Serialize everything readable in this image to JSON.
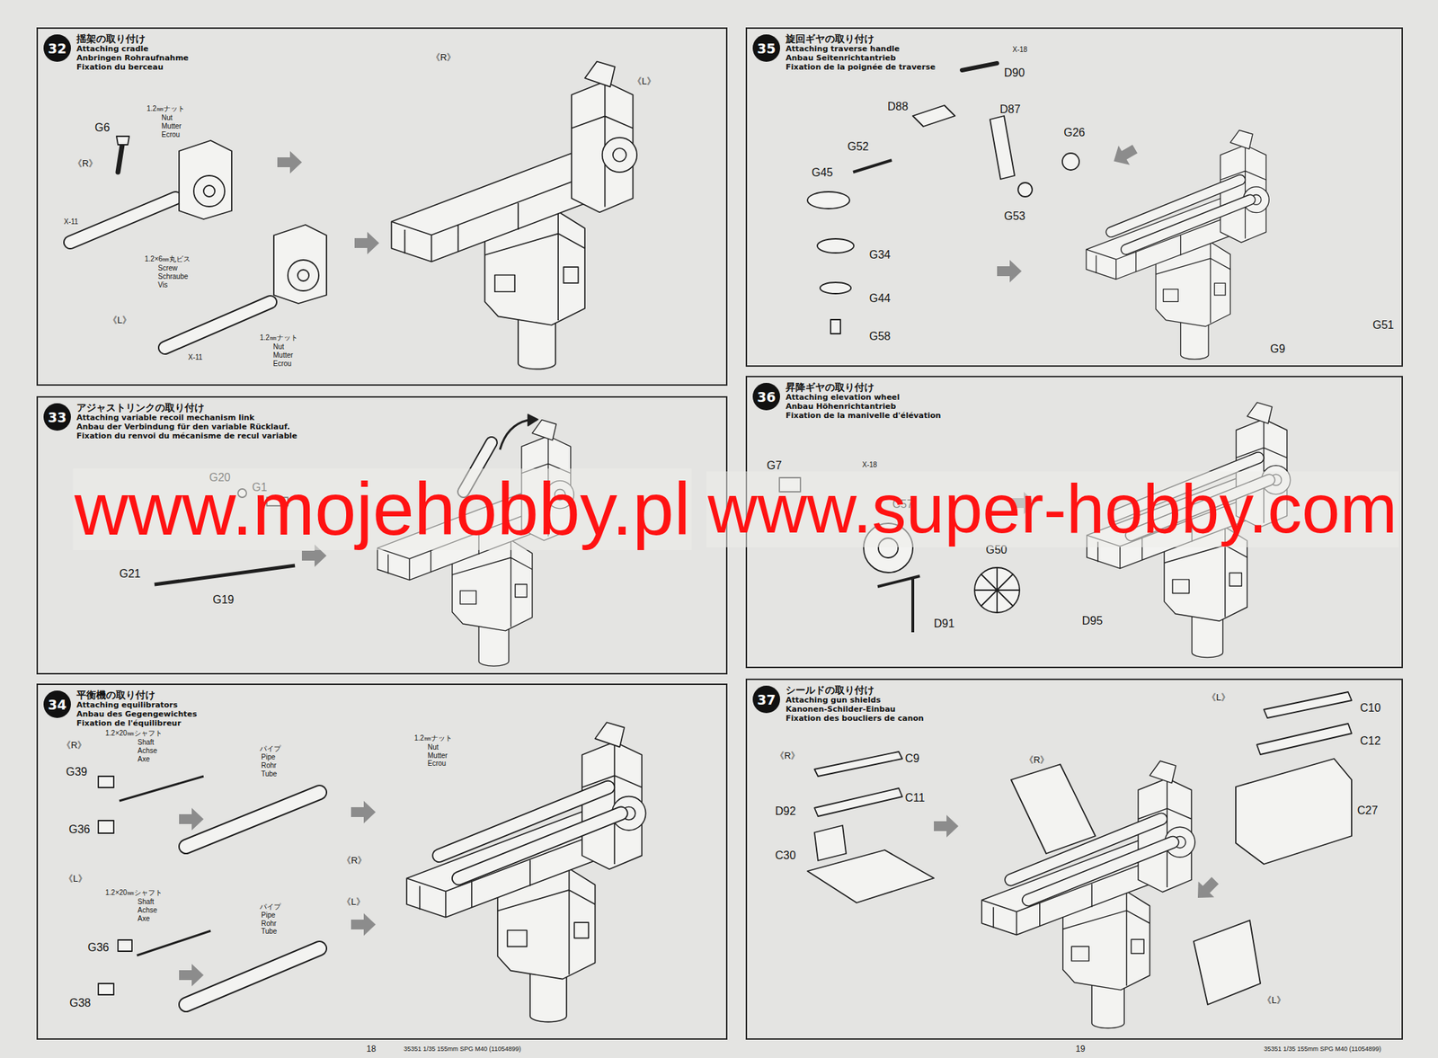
{
  "diagram": {
    "nodes": [
      {
        "text": [
          "揺架の取り付け",
          "Attaching cradle",
          "Anbringen Rohraufnahme",
          "Fixation du berceau"
        ]
      },
      {
        "text": [
          "32"
        ],
        "in": 0
      },
      {
        "text": [
          "アジャストリンクの取り付け",
          "Attaching variable recoil mechanism link",
          "Anbau der Verbindung für den variable Rücklauf.",
          "Fixation du renvoi du mécanisme de recul variable"
        ]
      },
      {
        "text": [
          "33"
        ],
        "in": 2
      },
      {
        "text": [
          "平衡機の取り付け",
          "Attaching equilibrators",
          "Anbau des Gegengewichtes",
          "Fixation de l'équilibreur"
        ]
      },
      {
        "text": [
          "34"
        ],
        "in": 4
      },
      {
        "text": [
          "旋回ギヤの取り付け",
          "Attaching traverse handle",
          "Anbau Seitenrichtantrieb",
          "Fixation de la poignée de traverse"
        ]
      },
      {
        "text": [
          "35"
        ],
        "in": 6
      },
      {
        "text": [
          "昇降ギヤの取り付け",
          "Attaching elevation wheel",
          "Anbau Höhenrichtantrieb",
          "Fixation de la manivelle d'élévation"
        ]
      },
      {
        "text": [
          "36"
        ],
        "in": 8
      },
      {
        "text": [
          "シールドの取り付け",
          "Attaching gun shields",
          "Kanonen-Schilder-Einbau",
          "Fixation des boucliers de canon"
        ]
      },
      {
        "text": [
          "37"
        ],
        "in": 10
      }
    ],
    "labels": [
      "《R》",
      "G6",
      "1.2㎜ナット",
      "Nut",
      "Mutter",
      "Ecrou",
      "X-11",
      "1.2×6㎜丸ビス",
      "Screw",
      "Schraube",
      "Vis",
      "《L》",
      "1.2㎜ナット",
      "Nut",
      "Mutter",
      "Ecrou",
      "X-11",
      "《R》",
      "《L》",
      "G20",
      "G1",
      "G21",
      "G19",
      "《R》",
      "1.2×20㎜シャフト",
      "Shaft",
      "Achse",
      "Axe",
      "G39",
      "G36",
      "パイプ",
      "Pipe",
      "Rohr",
      "Tube",
      "1.2㎜ナット",
      "Nut",
      "Mutter",
      "Ecrou",
      "《R》",
      "《L》",
      "《L》",
      "1.2×20㎜シャフト",
      "Shaft",
      "Achse",
      "Axe",
      "G36",
      "パイプ",
      "Pipe",
      "Rohr",
      "Tube",
      "G38",
      "X-18",
      "D90",
      "D88",
      "D87",
      "G26",
      "G52",
      "G45",
      "G53",
      "G34",
      "G44",
      "G58",
      "G51",
      "G9",
      "G7",
      "X-18",
      "C57",
      "G50",
      "D91",
      "D95",
      "《L》",
      "C10",
      "C12",
      "C27",
      "《R》",
      "C9",
      "C11",
      "D92",
      "C30",
      "《R》",
      "《L》",
      "www.mojehobby.pl",
      "www.super-hobby.com",
      "18",
      "35351 1/35 155mm SPG M40 (11054899)",
      "19",
      "35351 1/35 155mm SPG M40 (11054899)"
    ]
  }
}
